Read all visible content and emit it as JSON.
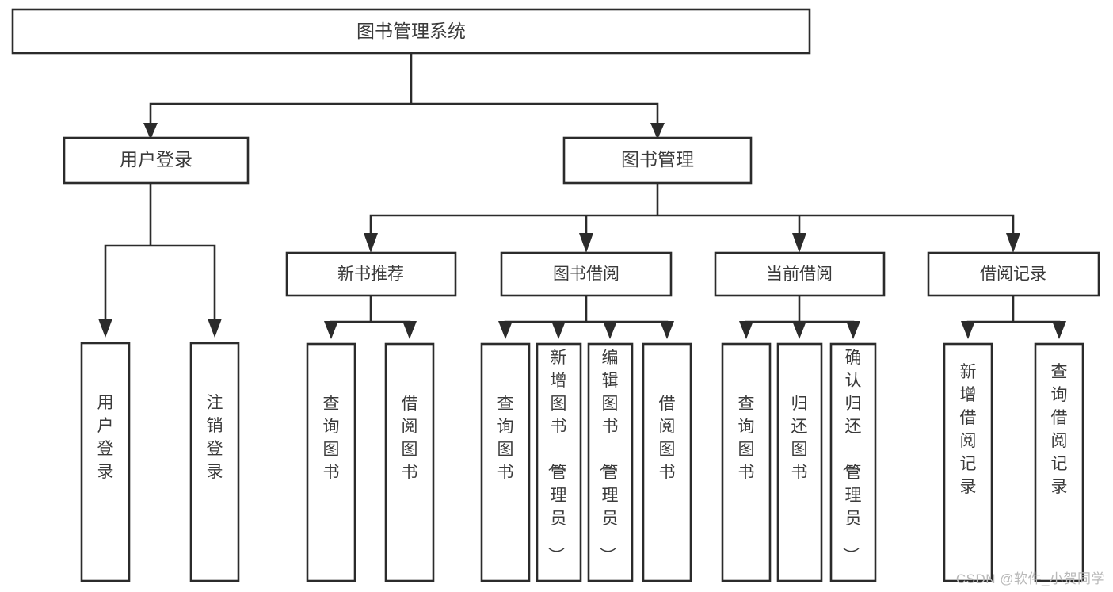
{
  "diagram": {
    "type": "tree-hierarchy",
    "title": "图书管理系统",
    "watermark": "CSDN @软件_小贺同学",
    "colors": {
      "background": "#ffffff",
      "stroke": "#2b2b2b",
      "text": "#3a3a3a",
      "watermark": "#b9b9b9"
    },
    "levels": [
      {
        "level": 1,
        "nodes": [
          {
            "id": "root",
            "label": "图书管理系统",
            "orientation": "horizontal"
          }
        ]
      },
      {
        "level": 2,
        "nodes": [
          {
            "id": "user-login",
            "label": "用户登录",
            "orientation": "horizontal",
            "parent": "root"
          },
          {
            "id": "book-manage",
            "label": "图书管理",
            "orientation": "horizontal",
            "parent": "root"
          }
        ]
      },
      {
        "level": 3,
        "nodes": [
          {
            "id": "new-book-rec",
            "label": "新书推荐",
            "orientation": "horizontal",
            "parent": "book-manage"
          },
          {
            "id": "book-borrow",
            "label": "图书借阅",
            "orientation": "horizontal",
            "parent": "book-manage"
          },
          {
            "id": "current-borrow",
            "label": "当前借阅",
            "orientation": "horizontal",
            "parent": "book-manage"
          },
          {
            "id": "borrow-record",
            "label": "借阅记录",
            "orientation": "horizontal",
            "parent": "book-manage"
          }
        ]
      },
      {
        "level": 4,
        "nodes": [
          {
            "id": "leaf-user-login",
            "label": "用户登录",
            "orientation": "vertical",
            "parent": "user-login"
          },
          {
            "id": "leaf-logout",
            "label": "注销登录",
            "orientation": "vertical",
            "parent": "user-login"
          },
          {
            "id": "leaf-query-book-1",
            "label": "查询图书",
            "orientation": "vertical",
            "parent": "new-book-rec"
          },
          {
            "id": "leaf-borrow-book-1",
            "label": "借阅图书",
            "orientation": "vertical",
            "parent": "new-book-rec"
          },
          {
            "id": "leaf-query-book-2",
            "label": "查询图书",
            "orientation": "vertical",
            "parent": "book-borrow"
          },
          {
            "id": "leaf-add-book",
            "label": "新增图书（管理员）",
            "orientation": "vertical",
            "parent": "book-borrow"
          },
          {
            "id": "leaf-edit-book",
            "label": "编辑图书（管理员）",
            "orientation": "vertical",
            "parent": "book-borrow"
          },
          {
            "id": "leaf-borrow-book-2",
            "label": "借阅图书",
            "orientation": "vertical",
            "parent": "book-borrow"
          },
          {
            "id": "leaf-query-book-3",
            "label": "查询图书",
            "orientation": "vertical",
            "parent": "current-borrow"
          },
          {
            "id": "leaf-return-book",
            "label": "归还图书",
            "orientation": "vertical",
            "parent": "current-borrow"
          },
          {
            "id": "leaf-confirm-return",
            "label": "确认归还（管理员）",
            "orientation": "vertical",
            "parent": "current-borrow"
          },
          {
            "id": "leaf-add-record",
            "label": "新增借阅记录",
            "orientation": "vertical",
            "parent": "borrow-record"
          },
          {
            "id": "leaf-query-record",
            "label": "查询借阅记录",
            "orientation": "vertical",
            "parent": "borrow-record"
          }
        ]
      }
    ]
  }
}
